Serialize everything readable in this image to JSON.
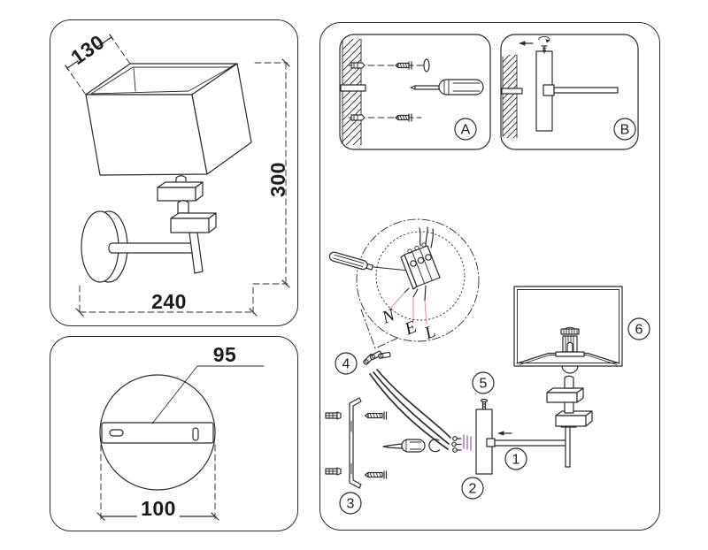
{
  "document": {
    "type": "wall-lamp installation diagram"
  },
  "dimensions_side_view": {
    "shade_depth_mm": "130",
    "fixture_height_mm": "300",
    "fixture_width_mm": "240"
  },
  "mounting_plate_view": {
    "bracket_diameter_mm": "95",
    "hole_spacing_mm": "100"
  },
  "assembly": {
    "steps": {
      "a": "A",
      "b": "B"
    },
    "parts": {
      "p1": "1",
      "p2": "2",
      "p3": "3",
      "p4": "4",
      "p5": "5",
      "p6": "6"
    },
    "wire_terminals": {
      "neutral": "N",
      "earth": "E",
      "live": "L"
    }
  },
  "colors": {
    "line": "#2b2b2b",
    "leader_red": "#f08c8c",
    "wire_tip_purple": "#c579c5",
    "background": "#ffffff"
  }
}
